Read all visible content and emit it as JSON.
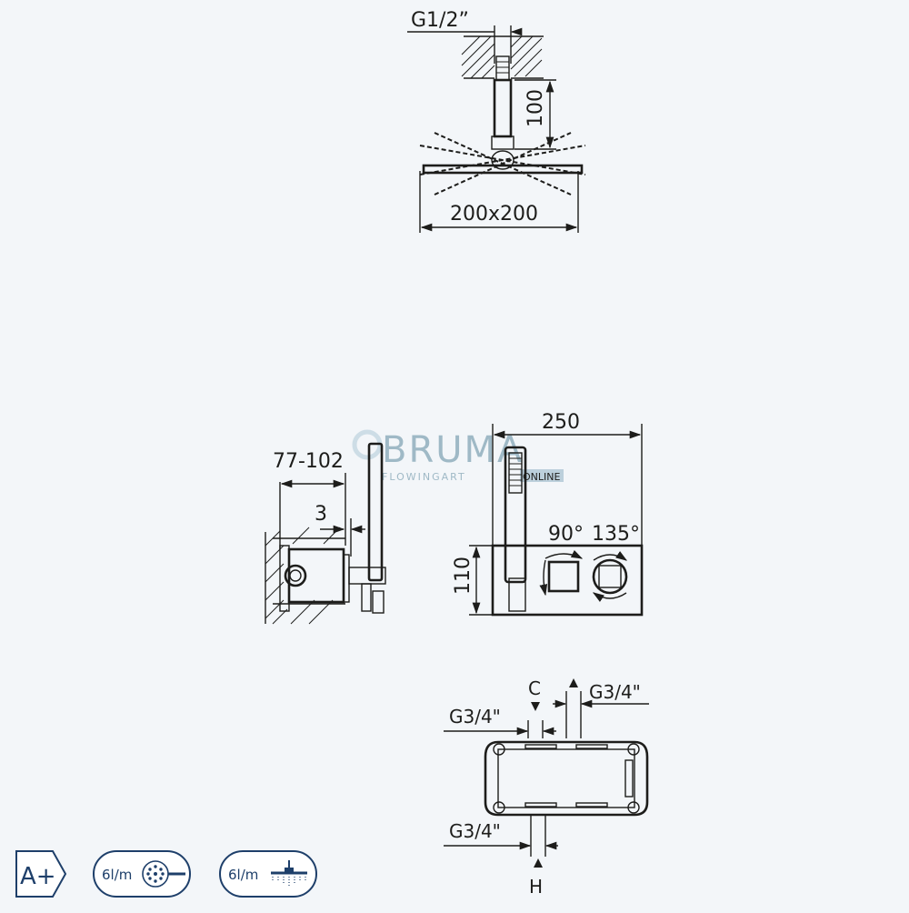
{
  "head_view": {
    "thread_label": "G1/2”",
    "height_label": "100",
    "size_label": "200x200"
  },
  "side_view": {
    "depth_label": "77-102",
    "offset_label": "3"
  },
  "front_view": {
    "width_label": "250",
    "height_label": "110",
    "angle_90_label": "90°",
    "angle_135_label": "135°"
  },
  "top_view": {
    "c_label": "C",
    "h_label": "H",
    "g34_top_right": "G3/4\"",
    "g34_top_left": "G3/4\"",
    "g34_bottom": "G3/4\""
  },
  "watermark": {
    "brand": "BRUMA",
    "tagline": "FLOWINGART",
    "tagline_box": "ONLINE"
  },
  "badges": [
    {
      "name": "energy-class-badge",
      "text": "A+"
    },
    {
      "name": "handshower-flow-badge",
      "text": "6l/m",
      "icon": "handshower-icon"
    },
    {
      "name": "headshower-flow-badge",
      "text": "6l/m",
      "icon": "headshower-icon"
    }
  ],
  "colors": {
    "background": "#f3f6f9",
    "line": "#1d1d1b",
    "badge": "#1e3f6a",
    "watermark": "#9fb9c6"
  }
}
